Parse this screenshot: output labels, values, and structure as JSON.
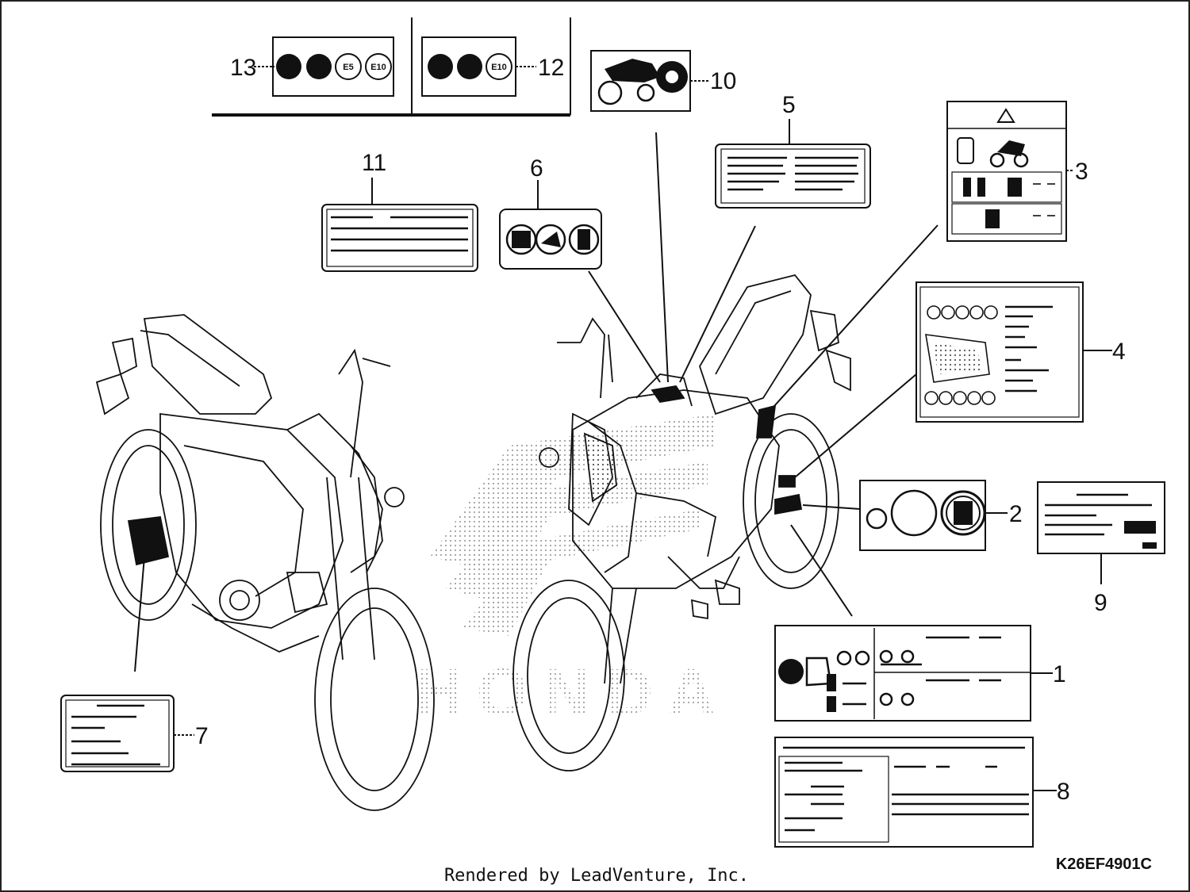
{
  "diagram": {
    "callouts": [
      "1",
      "2",
      "3",
      "4",
      "5",
      "6",
      "7",
      "8",
      "9",
      "10",
      "11",
      "12",
      "13"
    ],
    "fuel_labels": {
      "e5": "E5",
      "e10": "E10"
    },
    "drawing_code": "K26EF4901C",
    "credit": "Rendered by LeadVenture, Inc."
  }
}
